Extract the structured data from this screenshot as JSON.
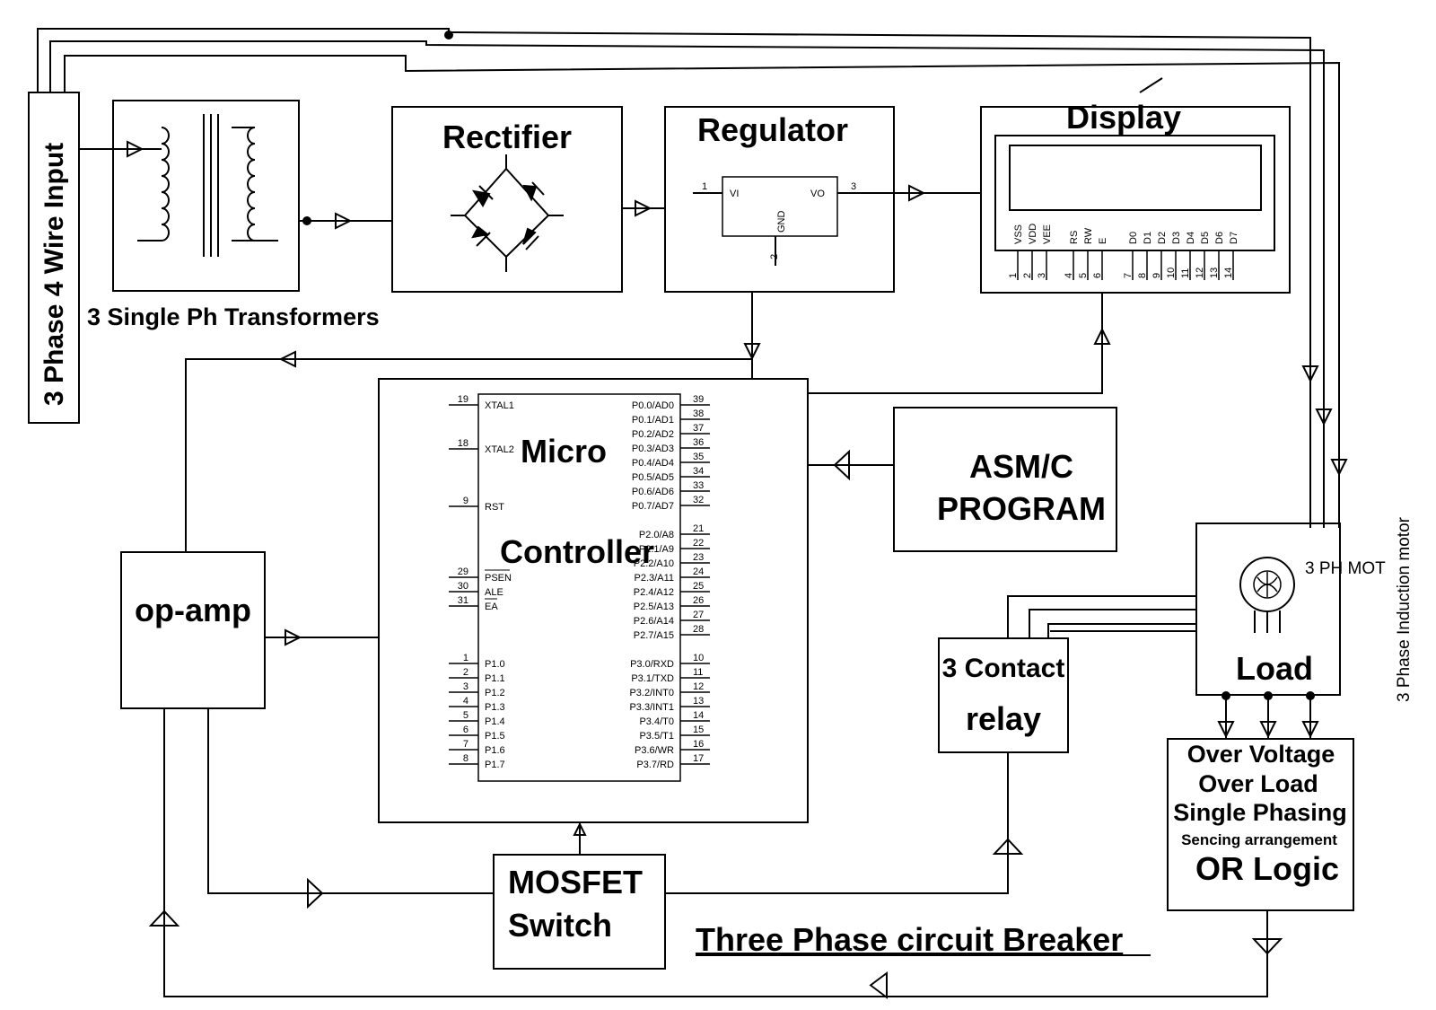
{
  "blocks": {
    "input": "3 Phase 4 Wire Input",
    "transformers": "3 Single Ph  Transformers",
    "rectifier": "Rectifier",
    "regulator": "Regulator",
    "display": "Display",
    "micro_line1": "Micro",
    "micro_line2": "Controller",
    "program_line1": "ASM/C",
    "program_line2": "PROGRAM",
    "opamp": "op-amp",
    "relay_line1": "3 Contact",
    "relay_line2": "relay",
    "load": "Load",
    "motor_label": "3 PH MOT",
    "motor_side_label": "3 Phase Induction motor",
    "sensing_line1": "Over Voltage",
    "sensing_line2": "Over Load",
    "sensing_line3": "Single Phasing",
    "sensing_line4": "Sencing arrangement",
    "sensing_line5": "OR Logic",
    "mosfet_line1": "MOSFET",
    "mosfet_line2": "Switch",
    "title": "Three Phase circuit Breaker"
  },
  "regulator_chip": {
    "pin_in_num": "1",
    "pin_in": "VI",
    "pin_out_num": "3",
    "pin_out": "VO",
    "pin_gnd_num": "2",
    "pin_gnd": "GND"
  },
  "lcd_pins": {
    "names": [
      "VSS",
      "VDD",
      "VEE",
      "RS",
      "RW",
      "E",
      "D0",
      "D1",
      "D2",
      "D3",
      "D4",
      "D5",
      "D6",
      "D7"
    ],
    "numbers": [
      "1",
      "2",
      "3",
      "4",
      "5",
      "6",
      "7",
      "8",
      "9",
      "10",
      "11",
      "12",
      "13",
      "14"
    ]
  },
  "mcu_left_pins": [
    {
      "num": "19",
      "name": "XTAL1"
    },
    {
      "num": "18",
      "name": "XTAL2"
    },
    {
      "num": "9",
      "name": "RST"
    },
    {
      "num": "29",
      "name": "PSEN"
    },
    {
      "num": "30",
      "name": "ALE"
    },
    {
      "num": "31",
      "name": "EA"
    },
    {
      "num": "1",
      "name": "P1.0"
    },
    {
      "num": "2",
      "name": "P1.1"
    },
    {
      "num": "3",
      "name": "P1.2"
    },
    {
      "num": "4",
      "name": "P1.3"
    },
    {
      "num": "5",
      "name": "P1.4"
    },
    {
      "num": "6",
      "name": "P1.5"
    },
    {
      "num": "7",
      "name": "P1.6"
    },
    {
      "num": "8",
      "name": "P1.7"
    }
  ],
  "mcu_right_pins": [
    {
      "num": "39",
      "name": "P0.0/AD0"
    },
    {
      "num": "38",
      "name": "P0.1/AD1"
    },
    {
      "num": "37",
      "name": "P0.2/AD2"
    },
    {
      "num": "36",
      "name": "P0.3/AD3"
    },
    {
      "num": "35",
      "name": "P0.4/AD4"
    },
    {
      "num": "34",
      "name": "P0.5/AD5"
    },
    {
      "num": "33",
      "name": "P0.6/AD6"
    },
    {
      "num": "32",
      "name": "P0.7/AD7"
    },
    {
      "num": "21",
      "name": "P2.0/A8"
    },
    {
      "num": "22",
      "name": "P2.1/A9"
    },
    {
      "num": "23",
      "name": "P2.2/A10"
    },
    {
      "num": "24",
      "name": "P2.3/A11"
    },
    {
      "num": "25",
      "name": "P2.4/A12"
    },
    {
      "num": "26",
      "name": "P2.5/A13"
    },
    {
      "num": "27",
      "name": "P2.6/A14"
    },
    {
      "num": "28",
      "name": "P2.7/A15"
    },
    {
      "num": "10",
      "name": "P3.0/RXD"
    },
    {
      "num": "11",
      "name": "P3.1/TXD"
    },
    {
      "num": "12",
      "name": "P3.2/INT0"
    },
    {
      "num": "13",
      "name": "P3.3/INT1"
    },
    {
      "num": "14",
      "name": "P3.4/T0"
    },
    {
      "num": "15",
      "name": "P3.5/T1"
    },
    {
      "num": "16",
      "name": "P3.6/WR"
    },
    {
      "num": "17",
      "name": "P3.7/RD"
    }
  ]
}
